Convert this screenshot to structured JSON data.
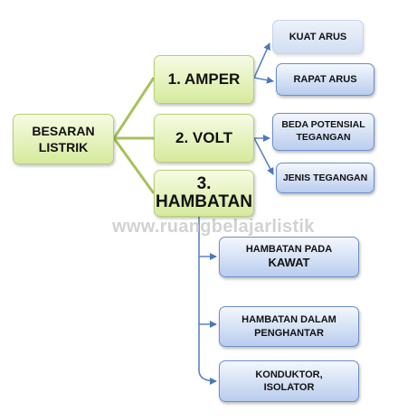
{
  "root": {
    "line1": "BESARAN",
    "line2": "LISTRIK"
  },
  "branches": [
    {
      "label": "1. AMPER",
      "children": [
        "KUAT ARUS",
        "RAPAT ARUS"
      ]
    },
    {
      "label": "2. VOLT",
      "children": [
        [
          "BEDA POTENSIAL",
          "TEGANGAN"
        ],
        "JENIS TEGANGAN"
      ]
    },
    {
      "label_line1": "3.",
      "label_line2": "HAMBATAN",
      "children": [
        [
          "HAMBATAN PADA",
          "KAWAT"
        ],
        [
          "HAMBATAN DALAM",
          "PENGHANTAR"
        ],
        [
          "KONDUKTOR,",
          "ISOLATOR"
        ]
      ]
    }
  ],
  "watermark": "www.ruangbelajarlistik",
  "colors": {
    "green_line": "#a6c25a",
    "blue_line": "#5b84c4",
    "arrow": "#4a78bd"
  }
}
